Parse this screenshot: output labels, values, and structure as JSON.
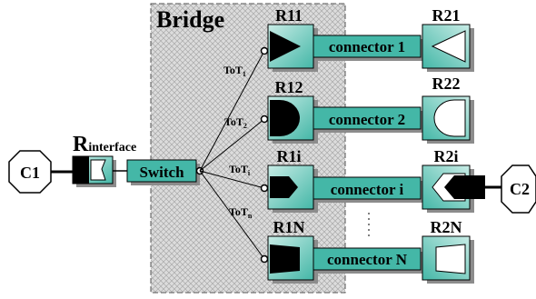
{
  "bridge": {
    "title": "Bridge"
  },
  "interface": {
    "label_prefix": "R",
    "label_rest": "interface"
  },
  "switch": {
    "label": "Switch"
  },
  "endpoints": {
    "c1": "C1",
    "c2": "C2"
  },
  "tot": [
    {
      "base": "ToT",
      "sub": "1"
    },
    {
      "base": "ToT",
      "sub": "2"
    },
    {
      "base": "ToT",
      "sub": "i"
    },
    {
      "base": "ToT",
      "sub": "n"
    }
  ],
  "rows": [
    {
      "left": "R11",
      "right": "R21",
      "connector": "connector 1",
      "shape": "triangle"
    },
    {
      "left": "R12",
      "right": "R22",
      "connector": "connector 2",
      "shape": "semicircle"
    },
    {
      "left": "R1i",
      "right": "R2i",
      "connector": "connector i",
      "shape": "chevron"
    },
    {
      "left": "R1N",
      "right": "R2N",
      "connector": "connector N",
      "shape": "trapezoid"
    }
  ],
  "colors": {
    "teal": "#44b7a7",
    "grid": "#b9b9b9",
    "shadow": "#8c8c8c"
  }
}
